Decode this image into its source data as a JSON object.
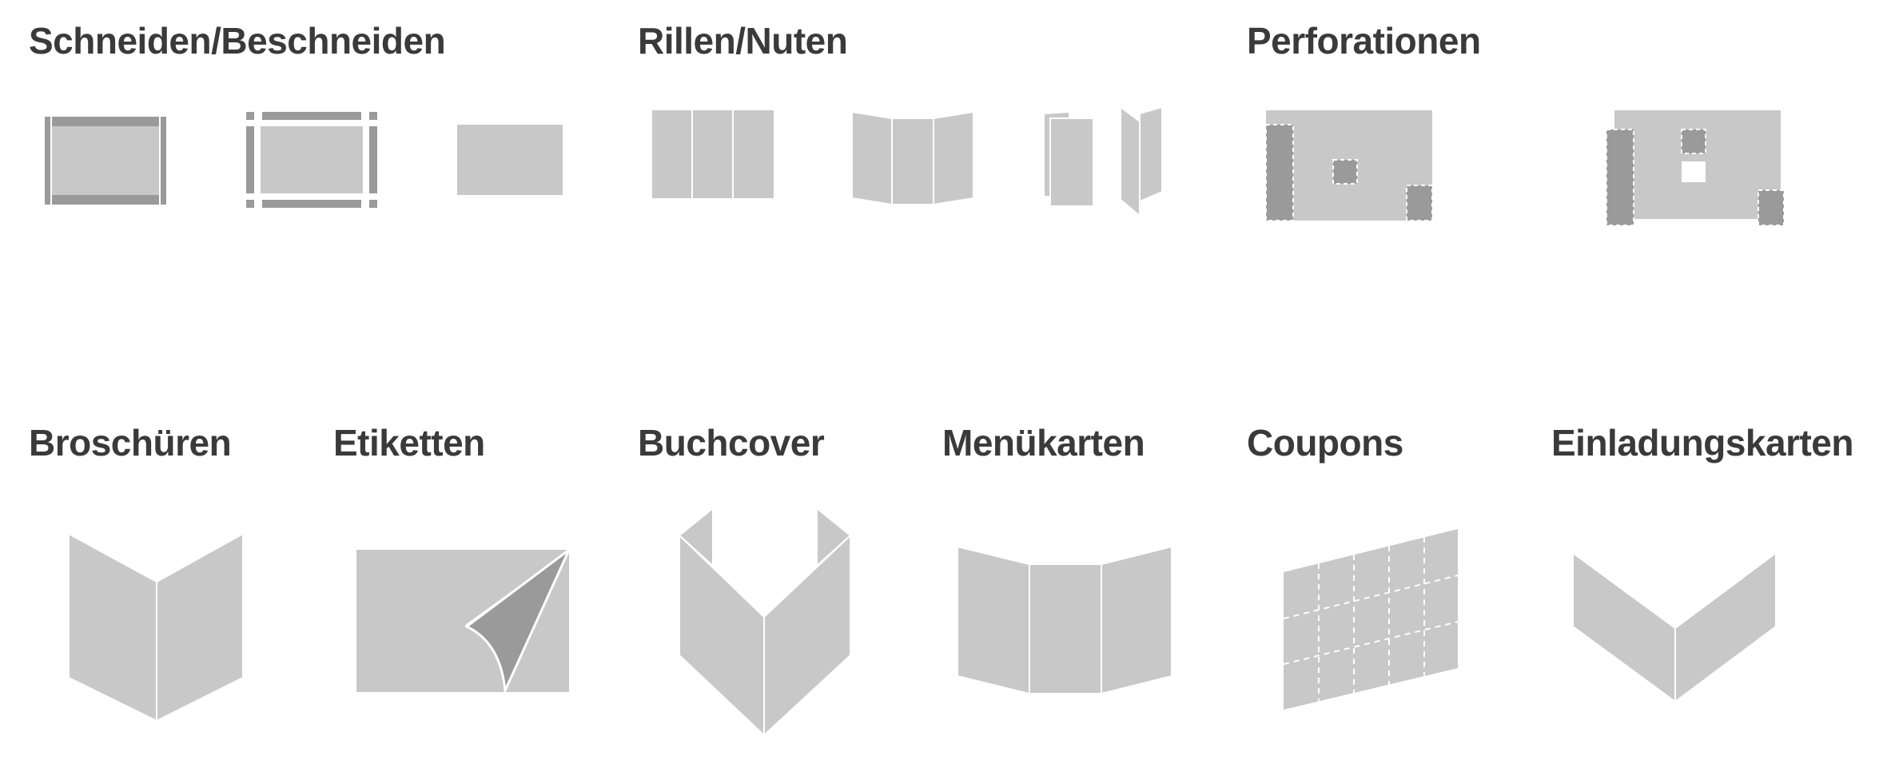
{
  "sections": {
    "cutting": {
      "title": "Schneiden/Beschneiden"
    },
    "creasing": {
      "title": "Rillen/Nuten"
    },
    "perforating": {
      "title": "Perforationen"
    }
  },
  "products": {
    "brochures": {
      "title": "Broschüren"
    },
    "labels": {
      "title": "Etiketten"
    },
    "book_covers": {
      "title": "Buchcover"
    },
    "menu_cards": {
      "title": "Menükarten"
    },
    "coupons": {
      "title": "Coupons"
    },
    "invitation_cards": {
      "title": "Einladungskarten"
    }
  },
  "colors": {
    "paper": "#c8c8c8",
    "dark": "#9a9a9a",
    "line": "#ffffff",
    "text": "#3a3a3a"
  }
}
